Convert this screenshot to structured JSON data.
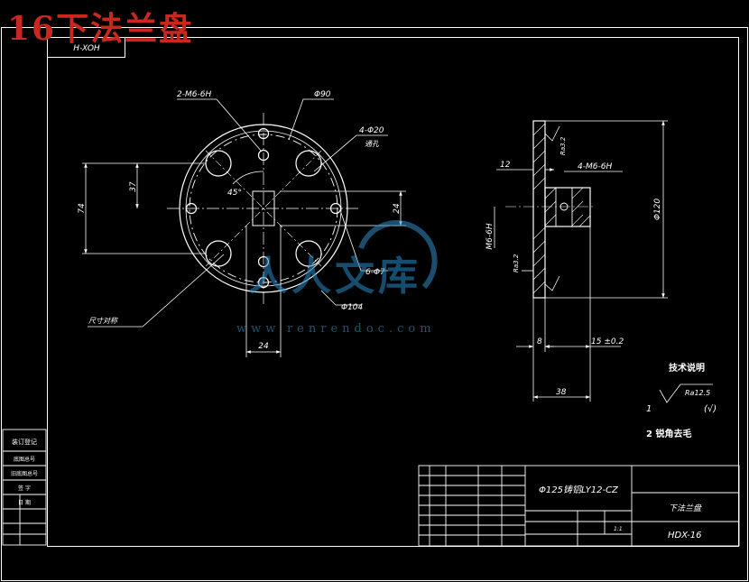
{
  "page_title": "16下法兰盘",
  "drawing_code_box": "H-XOH",
  "dims": {
    "tap_holes": "2-M6-6H",
    "pcd": "Φ90",
    "holes_4": "4-Φ20",
    "holes_4_note": "通孔",
    "dim_37": "37",
    "dim_74": "74",
    "angle": "45°",
    "dim_24_right": "24",
    "holes_6": "6-Φ7",
    "outer_dia": "Φ104",
    "dim_24_bottom": "24",
    "leader_note": "尺寸对称",
    "side_12": "12",
    "side_m6": "4-M6-6H",
    "side_dia": "Φ120",
    "side_m6_vert": "M6-6H",
    "ra_top": "Ra3.2",
    "ra_bottom": "Ra3.2",
    "side_8": "8",
    "side_15": "15 ±0.2",
    "side_38": "38"
  },
  "notes": {
    "title": "技术说明",
    "item1_num": "1",
    "item1_ra": "Ra12.5",
    "item1_paren": "(√)",
    "item2": "2 锐角去毛"
  },
  "title_block": {
    "material": "Φ125铸铝LY12-CZ",
    "part_name": "下法兰盘",
    "drawing_no": "HDX-16",
    "scale": "1:1"
  },
  "left_strip": {
    "label1": "装订登记",
    "label2": "底图总号",
    "label3": "旧底图总号",
    "label4": "签  字",
    "label5": "日  期"
  },
  "watermark": {
    "text": "人人文库",
    "url": "www.renrendoc.com"
  },
  "colors": {
    "line": "#ffffff",
    "title_red": "#c8281e",
    "watermark": "#3a8fc8"
  }
}
